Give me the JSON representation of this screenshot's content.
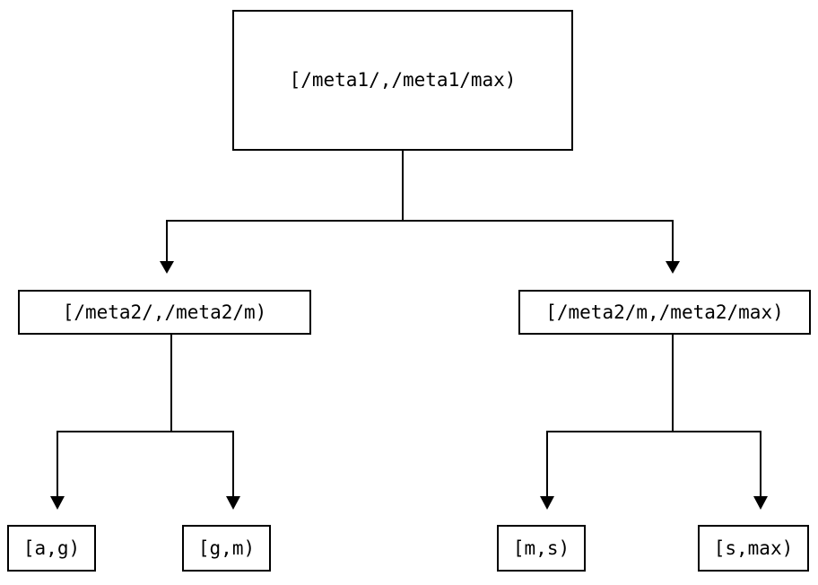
{
  "diagram": {
    "title": "range-partition-tree",
    "background_color": "#ffffff",
    "line_color": "#000000",
    "text_color": "#000000",
    "edge_style": "orthogonal-with-arrowheads",
    "arrowhead": "solid-triangle-down"
  },
  "nodes": {
    "root": {
      "label": "[/meta1/,/meta1/max)",
      "level": 0
    },
    "mid": [
      {
        "label": "[/meta2/,/meta2/m)",
        "level": 1
      },
      {
        "label": "[/meta2/m,/meta2/max)",
        "level": 1
      }
    ],
    "leaves": [
      {
        "label": "[a,g)",
        "level": 2
      },
      {
        "label": "[g,m)",
        "level": 2
      },
      {
        "label": "[m,s)",
        "level": 2
      },
      {
        "label": "[s,max)",
        "level": 2
      }
    ]
  },
  "edges": [
    {
      "from": "root",
      "to": "mid.0"
    },
    {
      "from": "root",
      "to": "mid.1"
    },
    {
      "from": "mid.0",
      "to": "leaves.0"
    },
    {
      "from": "mid.0",
      "to": "leaves.1"
    },
    {
      "from": "mid.1",
      "to": "leaves.2"
    },
    {
      "from": "mid.1",
      "to": "leaves.3"
    }
  ]
}
